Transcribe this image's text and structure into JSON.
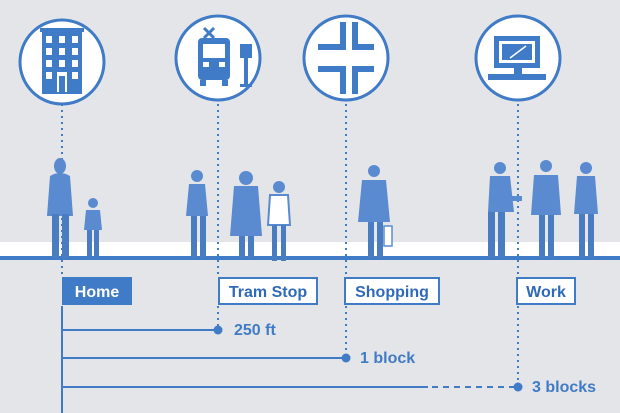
{
  "colors": {
    "background": "#e4e5e8",
    "accent": "#3f7bc6",
    "person": "#5a8bd0",
    "white": "#ffffff"
  },
  "places": [
    {
      "label": "Home",
      "icon": "building-icon",
      "style": "filled"
    },
    {
      "label": "Tram Stop",
      "icon": "tram-icon",
      "style": "outline"
    },
    {
      "label": "Shopping",
      "icon": "intersection-icon",
      "style": "outline"
    },
    {
      "label": "Work",
      "icon": "computer-icon",
      "style": "outline"
    }
  ],
  "distances": [
    {
      "label": "250 ft",
      "to": "Tram Stop"
    },
    {
      "label": "1 block",
      "to": "Shopping"
    },
    {
      "label": "3 blocks",
      "to": "Work",
      "dashed_end": true
    }
  ]
}
